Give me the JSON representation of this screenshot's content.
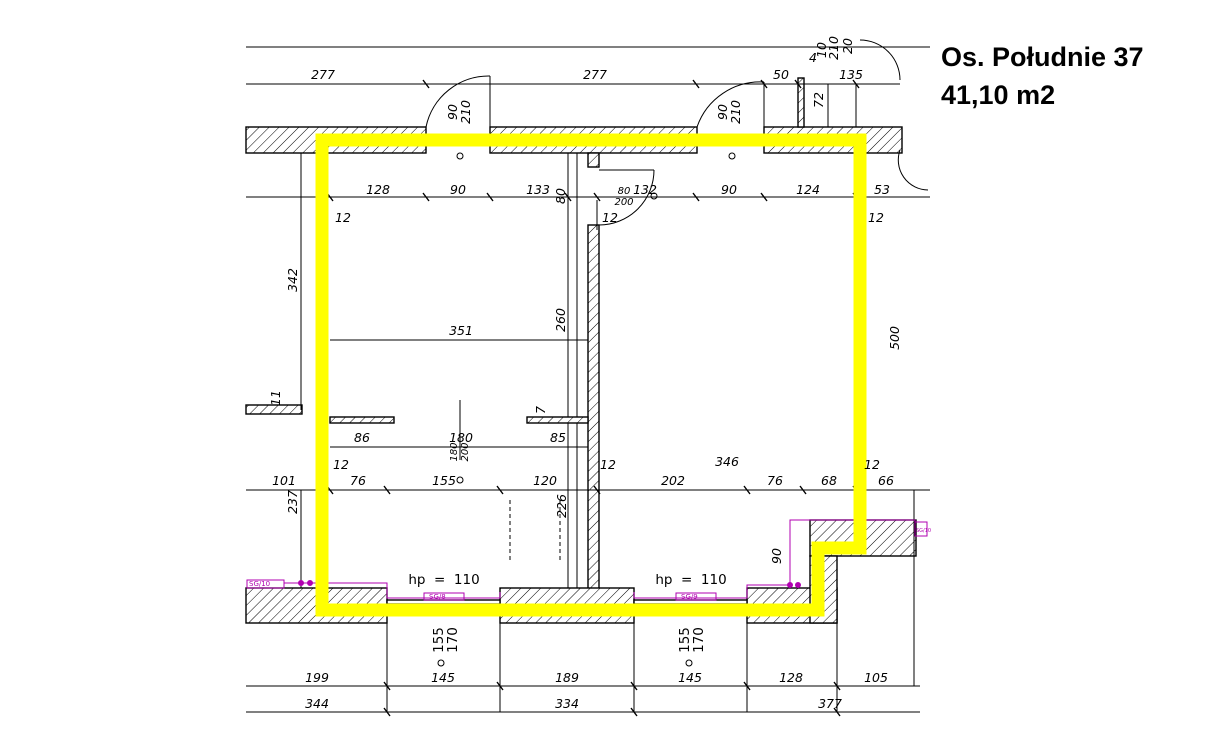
{
  "title": {
    "name": "Os. Południe 37",
    "area": "41,10 m2"
  },
  "colors": {
    "outline": "#ffff00",
    "wall": "#000000",
    "radiator": "#b000b0",
    "background": "#ffffff"
  },
  "dimensions": {
    "top_row": [
      "277",
      "277",
      "50",
      "135"
    ],
    "small_top": [
      "4",
      "10",
      "210",
      "20",
      "72"
    ],
    "door_left": [
      "90",
      "210"
    ],
    "door_right": [
      "90",
      "210"
    ],
    "second_row": [
      "128",
      "90",
      "133",
      "80",
      "132",
      "90",
      "124",
      "53"
    ],
    "door_mid": [
      "80",
      "200"
    ],
    "wall_12": [
      "12",
      "12",
      "12",
      "12",
      "12",
      "12"
    ],
    "left_height": "342",
    "left_width": "351",
    "mid_height": "260",
    "right_height": "500",
    "left_11": "11",
    "shelf_7": "7",
    "third_row": [
      "86",
      "180",
      "85"
    ],
    "door_lower": [
      "180",
      "200"
    ],
    "fourth_row_left": [
      "101",
      "76",
      "155",
      "120"
    ],
    "fourth_row_right": [
      "346",
      "202",
      "76",
      "68",
      "66"
    ],
    "left_237": "237",
    "mid_226": "226",
    "right_90": "90",
    "window_heights": [
      "155",
      "170",
      "155",
      "170"
    ],
    "bottom_row1": [
      "199",
      "145",
      "189",
      "145",
      "128",
      "105"
    ],
    "bottom_row2": [
      "344",
      "334",
      "377"
    ]
  },
  "radiators": {
    "left_label": "hp  =  110",
    "right_label": "hp  =  110",
    "tags": [
      "SG/10",
      "SG/8",
      "SG/9",
      "SG/10"
    ]
  }
}
